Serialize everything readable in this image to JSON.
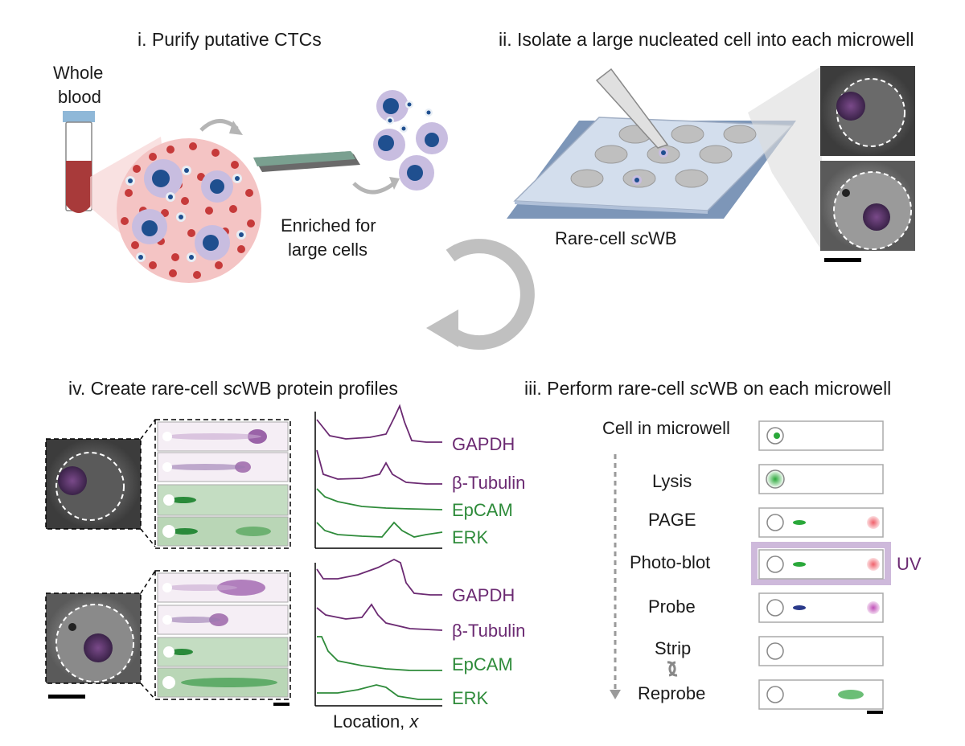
{
  "panels": {
    "i": {
      "title": "i. Purify putative CTCs",
      "blood_label_1": "Whole",
      "blood_label_2": "blood",
      "enriched_1": "Enriched for",
      "enriched_2": "large cells"
    },
    "ii": {
      "title": "ii. Isolate a large nucleated cell into each microwell",
      "device_label_pre": "Rare-cell ",
      "device_label_it": "sc",
      "device_label_post": "WB"
    },
    "iii": {
      "title_pre": "iii. Perform rare-cell ",
      "title_it": "sc",
      "title_post": "WB on each microwell",
      "steps": [
        "Cell in microwell",
        "Lysis",
        "PAGE",
        "Photo-blot",
        "Probe",
        "Strip",
        "Reprobe"
      ],
      "uv_label": "UV"
    },
    "iv": {
      "title_pre": "iv. Create rare-cell ",
      "title_it": "sc",
      "title_post": "WB protein profiles",
      "proteins_top": [
        "GAPDH",
        "β-Tubulin",
        "EpCAM",
        "ERK"
      ],
      "proteins_bottom": [
        "GAPDH",
        "β-Tubulin",
        "EpCAM",
        "ERK"
      ],
      "xlabel_pre": "Location, ",
      "xlabel_it": "x"
    }
  },
  "colors": {
    "purple": "#6b2a72",
    "green": "#2e8b3a",
    "blue": "#1f4f8f",
    "red": "#c9404a",
    "arrow_gray": "#b5b5b5"
  }
}
